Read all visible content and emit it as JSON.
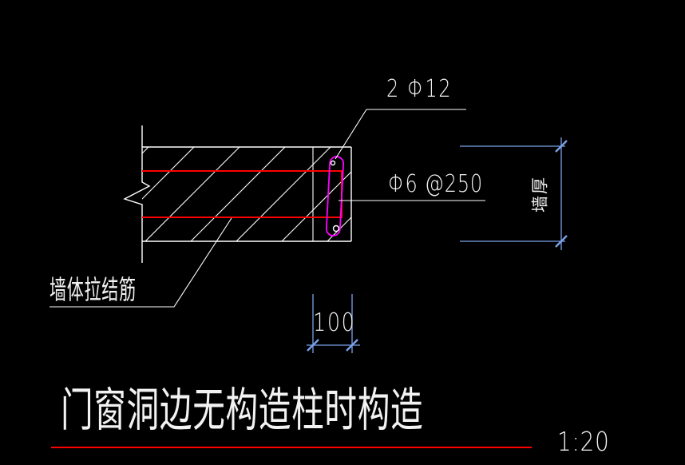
{
  "drawing": {
    "title": "门窗洞边无构造柱时构造",
    "scale": "1:20",
    "callouts": {
      "top_bars": "2 Φ12",
      "ties": "Φ6 @250",
      "wall_tie_bar": "墙体拉结筋",
      "wall_thickness": "墙厚"
    },
    "dimensions": {
      "edge_zone_width": "100"
    },
    "colors": {
      "background": "#000000",
      "line": "#ffffff",
      "text": "#f2f2f2",
      "rebar": "#ff0000",
      "stirrup": "#ff00ff",
      "dimension": "#7aa3ea",
      "title_underline": "#ff0000"
    }
  }
}
